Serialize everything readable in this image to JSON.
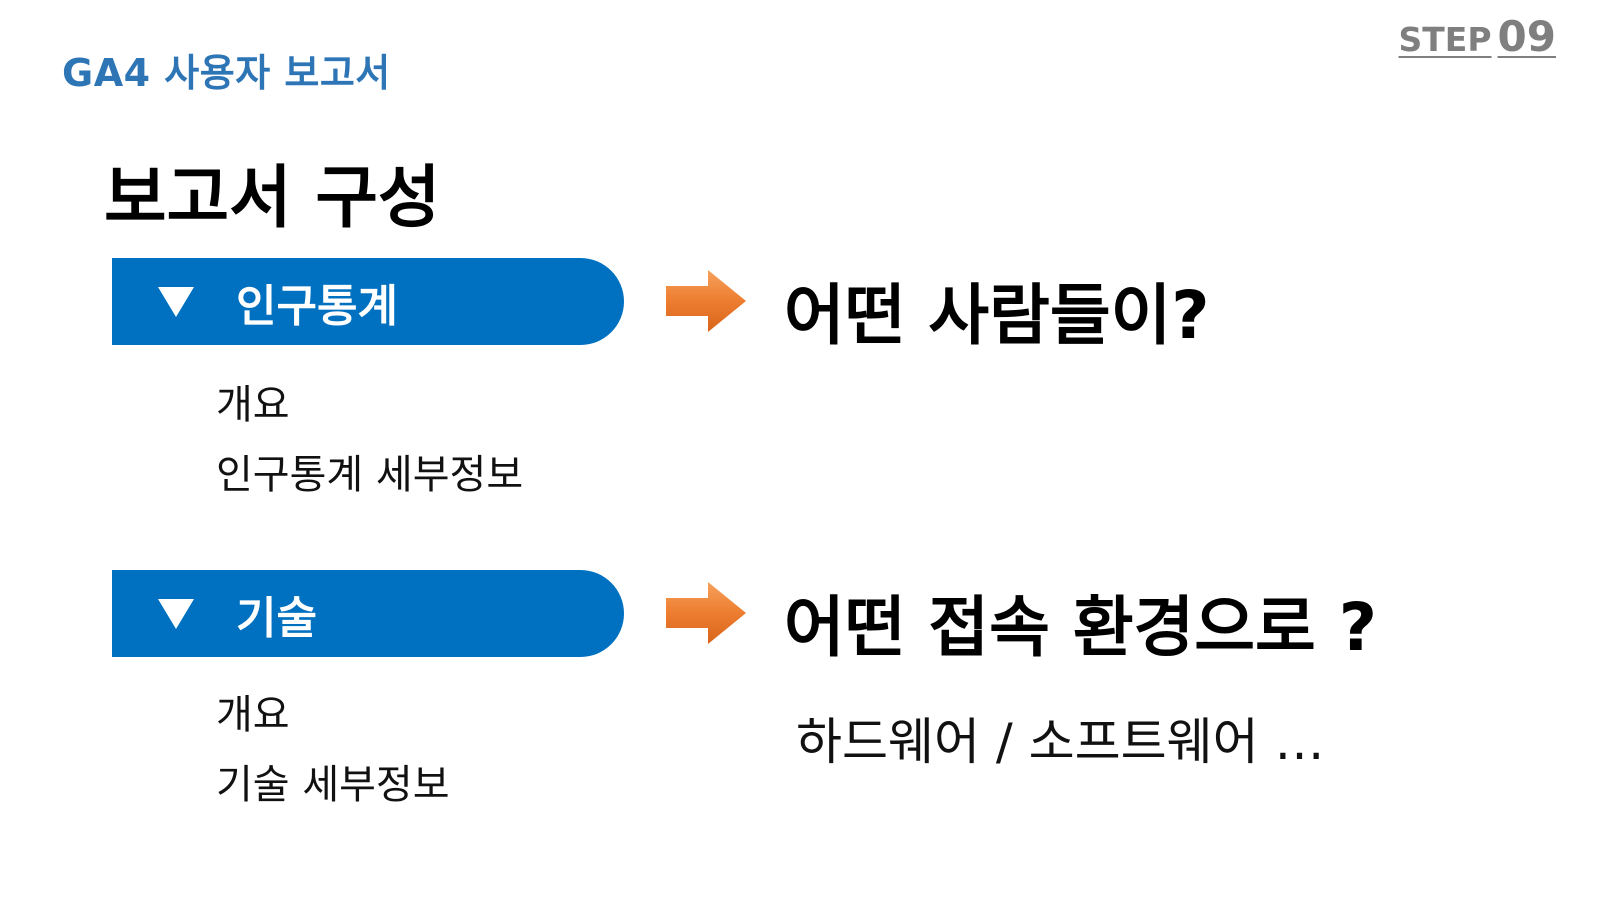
{
  "header": {
    "title": "GA4 사용자 보고서",
    "step_word": "STEP",
    "step_number": "09"
  },
  "page_title": "보고서 구성",
  "sections": [
    {
      "label": "인구통계",
      "items": [
        "개요",
        "인구통계 세부정보"
      ],
      "question": "어떤 사람들이?",
      "detail": ""
    },
    {
      "label": "기술",
      "items": [
        "개요",
        "기술 세부정보"
      ],
      "question": "어떤 접속 환경으로 ?",
      "detail": "하드웨어 / 소프트웨어 …"
    }
  ],
  "colors": {
    "accent_blue": "#0070c0",
    "header_blue": "#2e75b6",
    "arrow_orange": "#ed7d31",
    "step_gray": "#7f7f7f"
  },
  "icons": {
    "bar_caret": "triangle-down-icon",
    "pointer": "arrow-right-icon"
  }
}
